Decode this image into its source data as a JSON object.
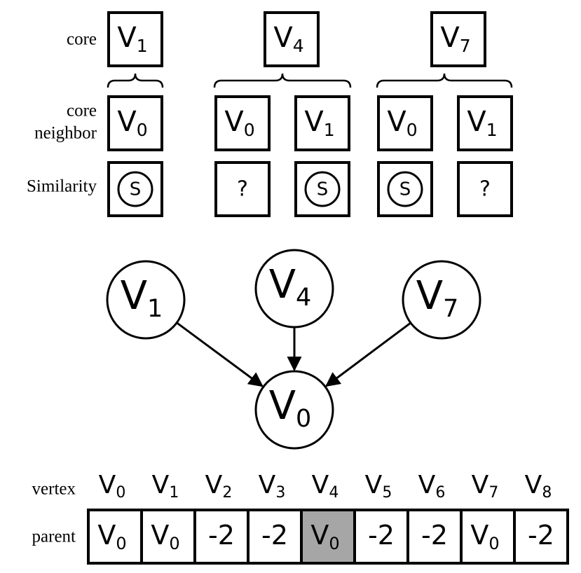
{
  "labels": {
    "core": "core",
    "core_neighbor_line1": "core",
    "core_neighbor_line2": "neighbor",
    "similarity": "Similarity",
    "vertex": "vertex",
    "parent": "parent"
  },
  "groups": [
    {
      "core": {
        "base": "V",
        "sub": "1"
      },
      "neighbors": [
        {
          "base": "V",
          "sub": "0",
          "similarity": "S",
          "similar": true
        }
      ]
    },
    {
      "core": {
        "base": "V",
        "sub": "4"
      },
      "neighbors": [
        {
          "base": "V",
          "sub": "0",
          "similarity": "?",
          "similar": false
        },
        {
          "base": "V",
          "sub": "1",
          "similarity": "S",
          "similar": true
        }
      ]
    },
    {
      "core": {
        "base": "V",
        "sub": "7"
      },
      "neighbors": [
        {
          "base": "V",
          "sub": "0",
          "similarity": "S",
          "similar": true
        },
        {
          "base": "V",
          "sub": "1",
          "similarity": "?",
          "similar": false
        }
      ]
    }
  ],
  "graph": {
    "nodes": [
      {
        "id": "v1",
        "base": "V",
        "sub": "1"
      },
      {
        "id": "v4",
        "base": "V",
        "sub": "4"
      },
      {
        "id": "v7",
        "base": "V",
        "sub": "7"
      },
      {
        "id": "v0",
        "base": "V",
        "sub": "0"
      }
    ],
    "edges": [
      {
        "from": "v1",
        "to": "v0"
      },
      {
        "from": "v4",
        "to": "v0"
      },
      {
        "from": "v7",
        "to": "v0"
      }
    ]
  },
  "table": {
    "vertices": [
      {
        "base": "V",
        "sub": "0"
      },
      {
        "base": "V",
        "sub": "1"
      },
      {
        "base": "V",
        "sub": "2"
      },
      {
        "base": "V",
        "sub": "3"
      },
      {
        "base": "V",
        "sub": "4"
      },
      {
        "base": "V",
        "sub": "5"
      },
      {
        "base": "V",
        "sub": "6"
      },
      {
        "base": "V",
        "sub": "7"
      },
      {
        "base": "V",
        "sub": "8"
      }
    ],
    "parents": [
      {
        "base": "V",
        "sub": "0",
        "highlight": false
      },
      {
        "base": "V",
        "sub": "0",
        "highlight": false
      },
      {
        "base": "-2",
        "sub": "",
        "highlight": false
      },
      {
        "base": "-2",
        "sub": "",
        "highlight": false
      },
      {
        "base": "V",
        "sub": "0",
        "highlight": true
      },
      {
        "base": "-2",
        "sub": "",
        "highlight": false
      },
      {
        "base": "-2",
        "sub": "",
        "highlight": false
      },
      {
        "base": "V",
        "sub": "0",
        "highlight": false
      },
      {
        "base": "-2",
        "sub": "",
        "highlight": false
      }
    ]
  },
  "colors": {
    "stroke": "#000000",
    "highlight": "#a6a6a6",
    "background": "#ffffff"
  }
}
